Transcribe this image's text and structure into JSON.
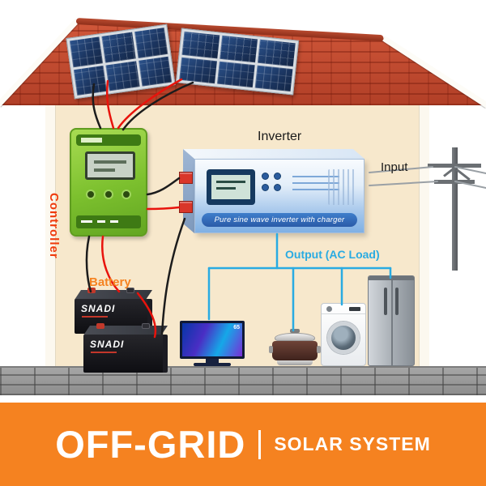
{
  "banner": {
    "title": "OFF-GRID",
    "subtitle": "SOLAR SYSTEM"
  },
  "labels": {
    "inverter": "Inverter",
    "input": "Input",
    "output_ac_load": "Output (AC Load)",
    "controller": "Controller",
    "battery": "Battery"
  },
  "devices": {
    "inverter_tagline": "Pure sine wave inverter with charger",
    "battery_brand_top": "SNADI",
    "battery_brand_bottom": "SNADI",
    "tv_badge": "65"
  },
  "colors": {
    "banner_orange": "#f58220",
    "roof_red": "#c7462b",
    "wall_beige": "#f7e8cc",
    "controller_green": "#7cc02e",
    "inverter_blue": "#2f6fc1",
    "wire_red": "#e8130c",
    "wire_black": "#1c1c1c",
    "output_blue": "#29abe2",
    "input_line_gray": "#9aa0a5",
    "label_orange": "#f58220",
    "label_red": "#ef3b0c",
    "panel_navy": "#1b3560",
    "ground_gray": "#9b9b9b",
    "wall_white": "#fcf8ef"
  }
}
